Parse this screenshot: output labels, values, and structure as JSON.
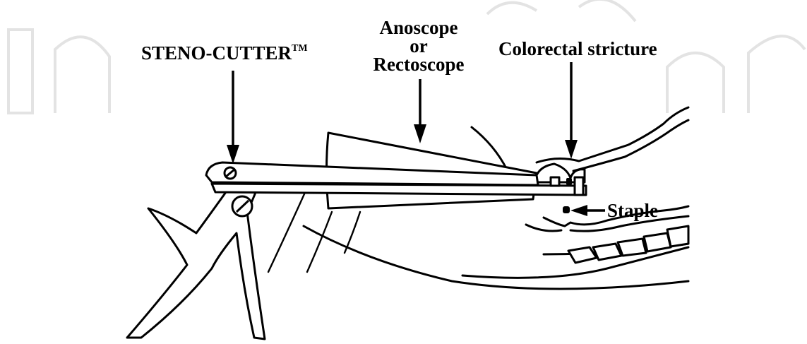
{
  "labels": {
    "steno_cutter": "STENO-CUTTER",
    "trademark": "TM",
    "scope_line1": "Anoscope",
    "scope_line2": "or",
    "scope_line3": "Rectoscope",
    "stricture": "Colorectal stricture",
    "staple": "Staple"
  }
}
